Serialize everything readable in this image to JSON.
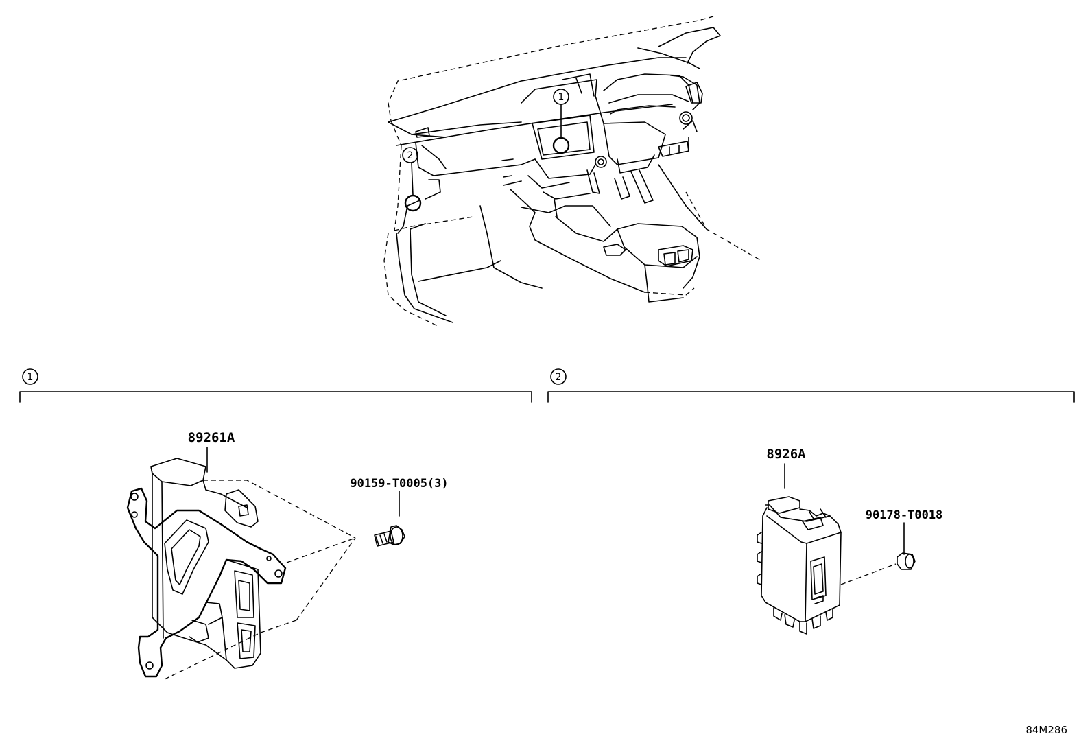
{
  "callouts": {
    "one": "1",
    "two": "2"
  },
  "sections": [
    {
      "marker": "1",
      "parts": [
        {
          "number": "89261A"
        },
        {
          "number": "90159-T0005(3)"
        }
      ]
    },
    {
      "marker": "2",
      "parts": [
        {
          "number": "8926A"
        },
        {
          "number": "90178-T0018"
        }
      ]
    }
  ],
  "figure_code": "84M286"
}
